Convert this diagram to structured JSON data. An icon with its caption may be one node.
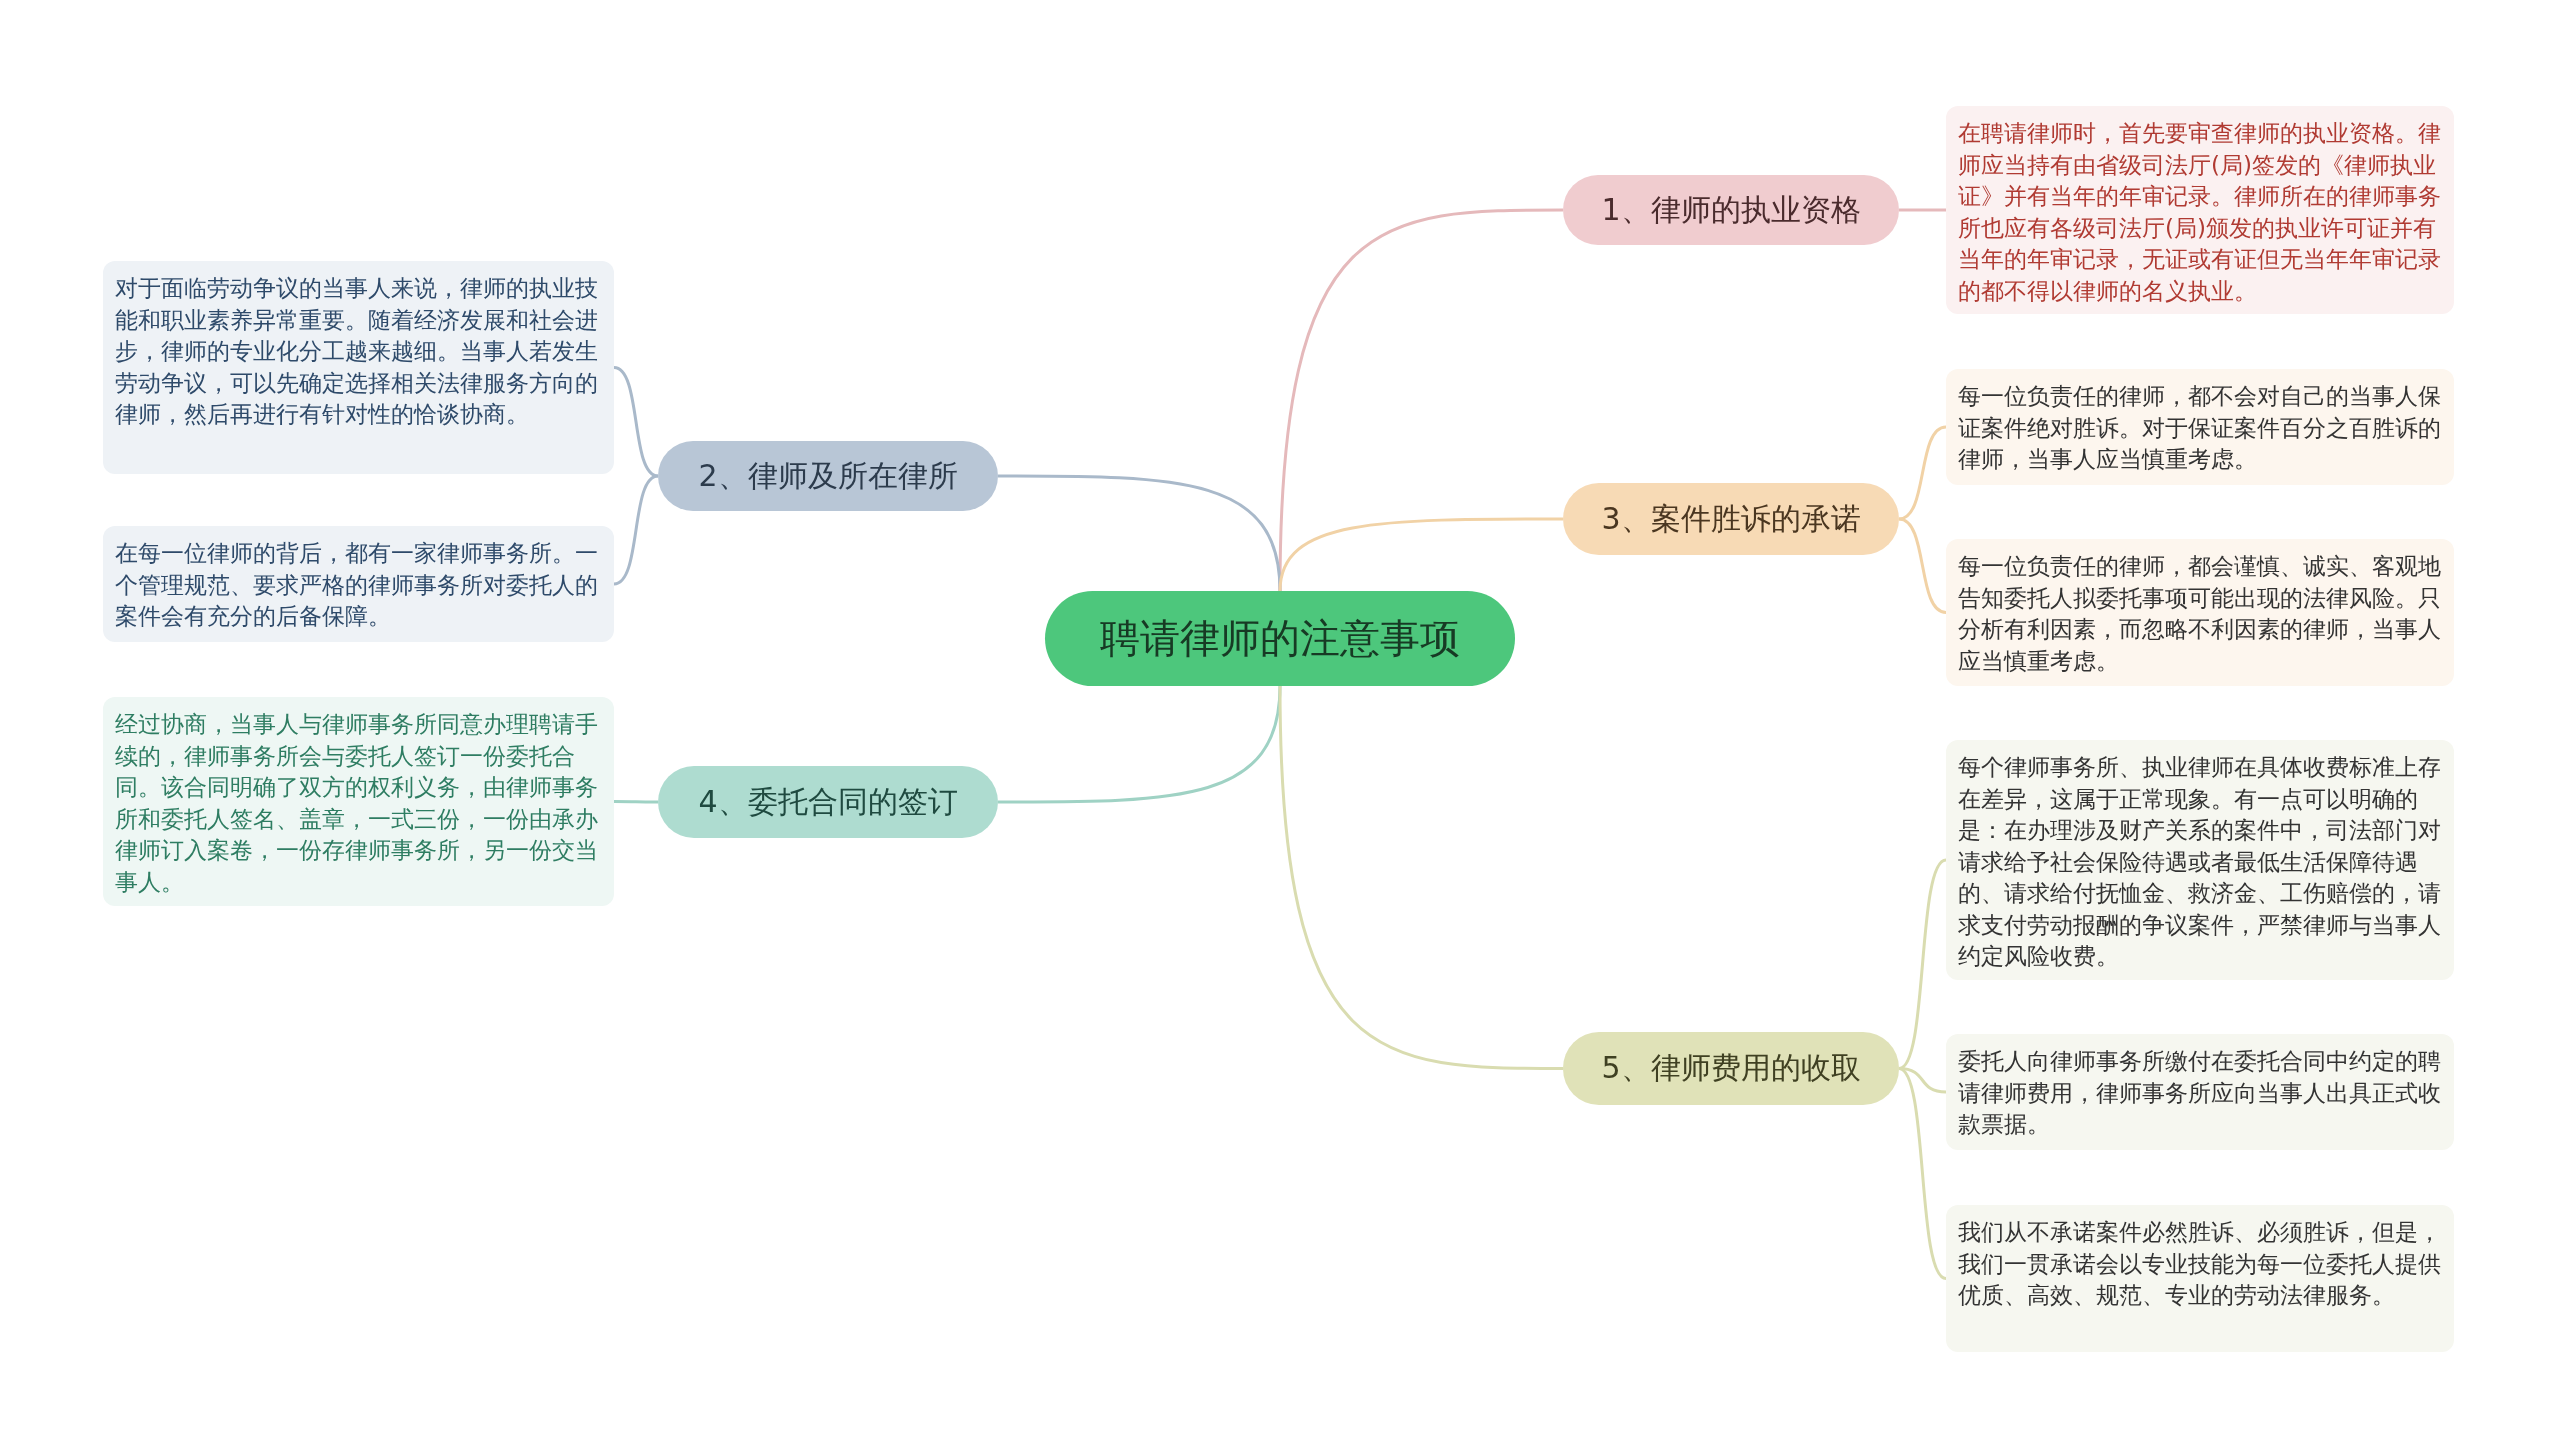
{
  "diagram": {
    "nodes": [
      {
        "text": [
          "聘请律师的注意事项"
        ]
      },
      {
        "text": [
          "1、律师的执业资格"
        ]
      },
      {
        "text": [
          "在聘请律师时，首先要审查律师的执业资格。律师应当持有由省级司法厅(局)签发的《律师执业证》并有当年的年审记录。律师所在的律师事务所也应有各级司法厅(局)颁发的执业许可证并有当年的年审记录，无证或有证但无当年年审记录的都不得以律师的名义执业。"
        ]
      },
      {
        "text": [
          "2、律师及所在律所"
        ]
      },
      {
        "text": [
          "对于面临劳动争议的当事人来说，律师的执业技能和职业素养异常重要。随着经济发展和社会进步，律师的专业化分工越来越细。当事人若发生劳动争议，可以先确定选择相关法律服务方向的律师，然后再进行有针对性的恰谈协商。"
        ]
      },
      {
        "text": [
          "在每一位律师的背后，都有一家律师事务所。一个管理规范、要求严格的律师事务所对委托人的案件会有充分的后备保障。"
        ]
      },
      {
        "text": [
          "3、案件胜诉的承诺"
        ]
      },
      {
        "text": [
          "每一位负责任的律师，都不会对自己的当事人保证案件绝对胜诉。对于保证案件百分之百胜诉的律师，当事人应当慎重考虑。"
        ]
      },
      {
        "text": [
          "每一位负责任的律师，都会谨慎、诚实、客观地告知委托人拟委托事项可能出现的法律风险。只分析有利因素，而忽略不利因素的律师，当事人应当慎重考虑。"
        ]
      },
      {
        "text": [
          "4、委托合同的签订"
        ]
      },
      {
        "text": [
          "经过协商，当事人与律师事务所同意办理聘请手续的，律师事务所会与委托人签订一份委托合同。该合同明确了双方的权利义务，由律师事务所和委托人签名、盖章，一式三份，一份由承办律师订入案卷，一份存律师事务所，另一份交当事人。"
        ]
      },
      {
        "text": [
          "5、律师费用的收取"
        ]
      },
      {
        "text": [
          "每个律师事务所、执业律师在具体收费标准上存在差异，这属于正常现象。有一点可以明确的是：在办理涉及财产关系的案件中，司法部门对请求给予社会保险待遇或者最低生活保障待遇的、请求给付抚恤金、救济金、工伤赔偿的，请求支付劳动报酬的争议案件，严禁律师与当事人约定风险收费。"
        ]
      },
      {
        "text": [
          "委托人向律师事务所缴付在委托合同中约定的聘请律师费用，律师事务所应向当事人出具正式收款票据。"
        ]
      },
      {
        "text": [
          "我们从不承诺案件必然胜诉、必须胜诉，但是，我们一贯承诺会以专业技能为每一位委托人提供优质、高效、规范、专业的劳动法律服务。"
        ]
      }
    ],
    "edges": [
      {
        "from": 0,
        "to": 1,
        "arrow": "none",
        "color": "#e5b9bb"
      },
      {
        "from": 1,
        "to": 2,
        "arrow": "none",
        "color": "#e5b9bb"
      },
      {
        "from": 0,
        "to": 3,
        "arrow": "none",
        "color": "#a9b9ca"
      },
      {
        "from": 3,
        "to": 4,
        "arrow": "none",
        "color": "#a9b9ca"
      },
      {
        "from": 3,
        "to": 5,
        "arrow": "none",
        "color": "#a9b9ca"
      },
      {
        "from": 0,
        "to": 6,
        "arrow": "none",
        "color": "#f1d2a6"
      },
      {
        "from": 6,
        "to": 7,
        "arrow": "none",
        "color": "#f1d2a6"
      },
      {
        "from": 6,
        "to": 8,
        "arrow": "none",
        "color": "#f1d2a6"
      },
      {
        "from": 0,
        "to": 9,
        "arrow": "none",
        "color": "#9fd2c4"
      },
      {
        "from": 9,
        "to": 10,
        "arrow": "none",
        "color": "#9fd2c4"
      },
      {
        "from": 0,
        "to": 11,
        "arrow": "none",
        "color": "#d9dcb0"
      },
      {
        "from": 11,
        "to": 12,
        "arrow": "none",
        "color": "#d9dcb0"
      },
      {
        "from": 11,
        "to": 13,
        "arrow": "none",
        "color": "#d9dcb0"
      },
      {
        "from": 11,
        "to": 14,
        "arrow": "none",
        "color": "#d9dcb0"
      }
    ]
  }
}
